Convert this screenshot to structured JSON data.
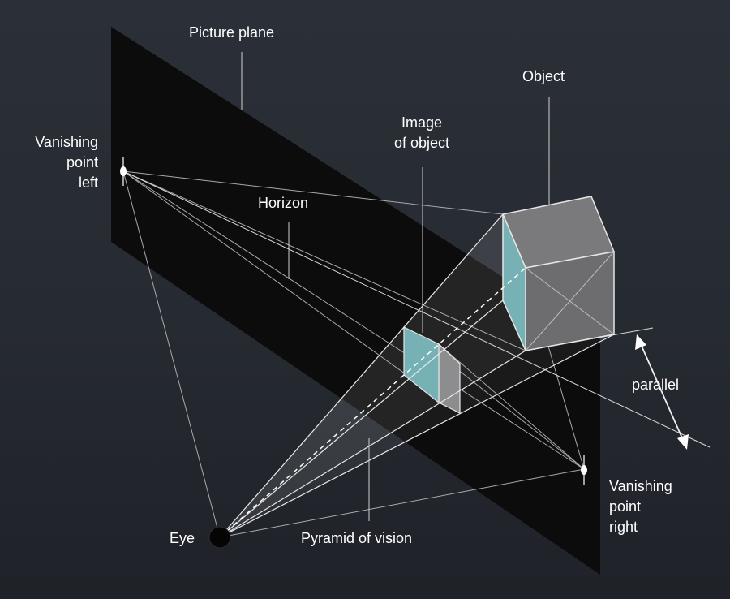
{
  "labels": {
    "picture_plane": "Picture plane",
    "object": "Object",
    "image_of_object_line1": "Image",
    "image_of_object_line2": "of object",
    "vp_left_line1": "Vanishing",
    "vp_left_line2": "point",
    "vp_left_line3": "left",
    "horizon": "Horizon",
    "parallel": "parallel",
    "vp_right_line1": "Vanishing",
    "vp_right_line2": "point",
    "vp_right_line3": "right",
    "eye": "Eye",
    "pyramid_of_vision": "Pyramid of vision"
  },
  "colors": {
    "picture_plane_fill": "#0c0c0d",
    "cube_face": "#6d6d70",
    "cube_side": "#5e5e61",
    "image_face": "#76b1b5",
    "edge": "#e6e6e6",
    "guide": "#bdbdbd"
  }
}
